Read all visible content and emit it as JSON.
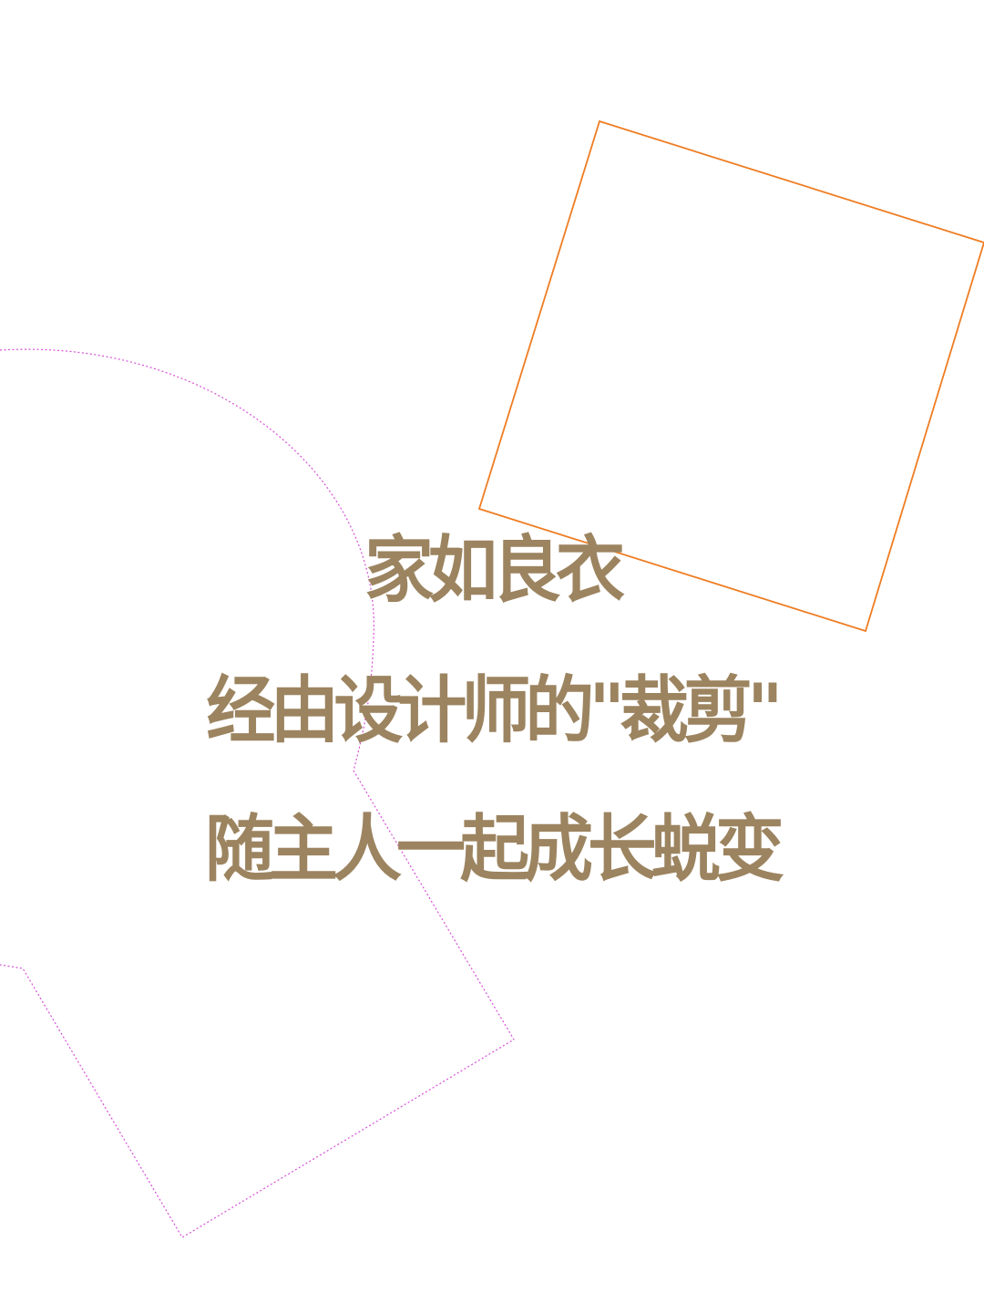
{
  "colors": {
    "text": "#9c8460",
    "square_outline": "#ee7d23",
    "dotted_outline": "#d74fd8",
    "background": "#ffffff"
  },
  "headline": {
    "line_1": "家如良衣",
    "line_2": "经由设计师的\"裁剪\"",
    "line_3": "随主人一起成长蜕变"
  }
}
